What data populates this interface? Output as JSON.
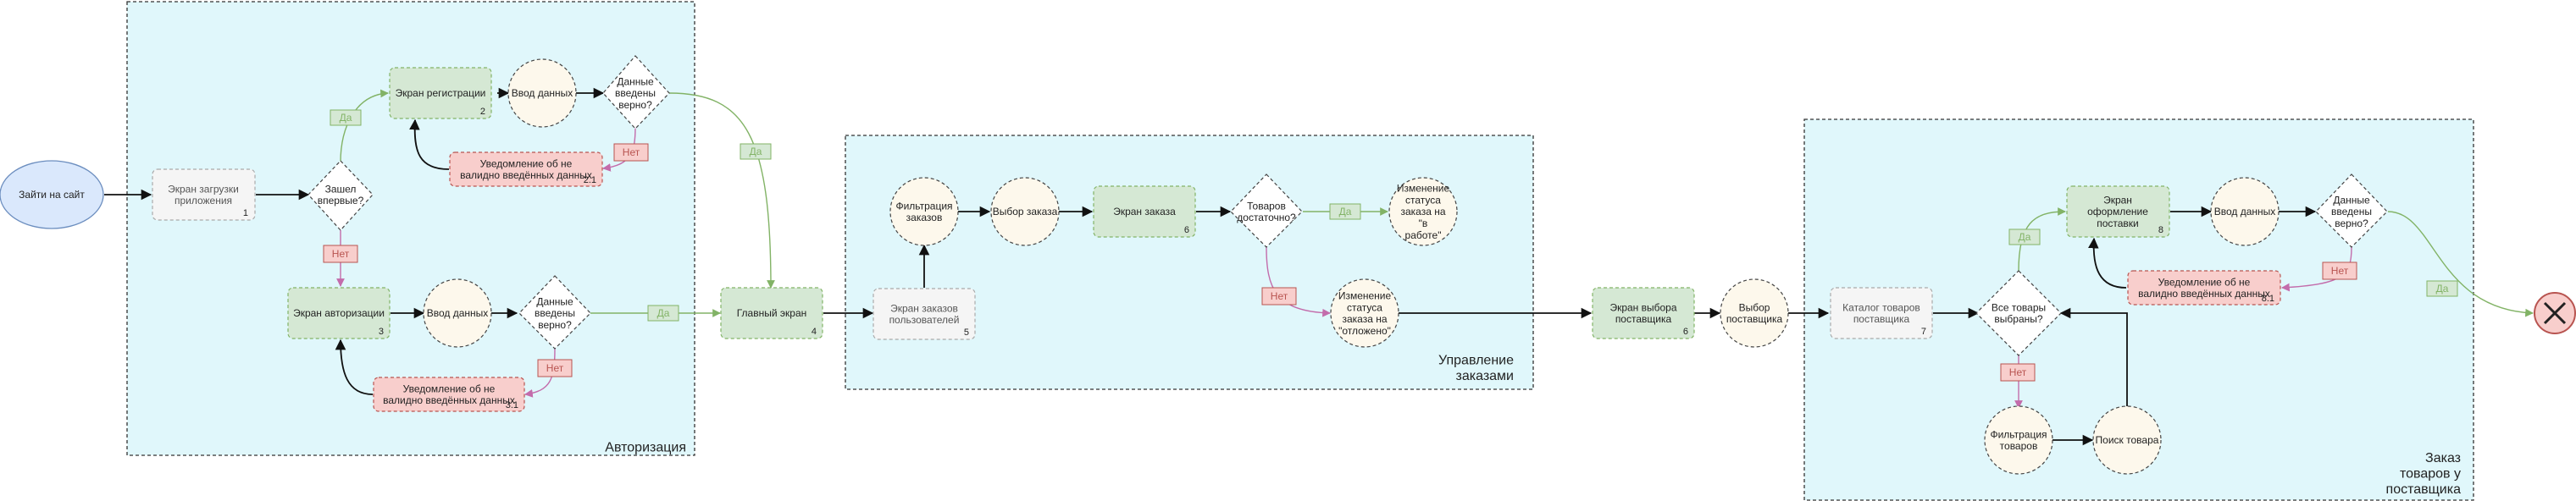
{
  "regions": {
    "auth": "Авторизация",
    "orders": "Управление заказами",
    "supplier": "Заказ товаров у поставщика"
  },
  "nodes": {
    "start": "Зайти на сайт",
    "loading": "Экран загрузки приложения",
    "loading_num": "1",
    "first_time": "Зашел впервые?",
    "registration": "Экран регистрации",
    "registration_num": "2",
    "reg_input": "Ввод данных",
    "reg_check": "Данные введены верно?",
    "reg_error": "Уведомление об не валидно введённых данных",
    "reg_error_num": "2.1",
    "auth_screen": "Экран авторизации",
    "auth_screen_num": "3",
    "auth_input": "Ввод данных",
    "auth_check": "Данные введены верно?",
    "auth_error": "Уведомление об не валидно введённых данных",
    "auth_error_num": "3.1",
    "main_screen": "Главный экран",
    "main_screen_num": "4",
    "user_orders": "Экран заказов пользователей",
    "user_orders_num": "5",
    "filter_orders": "Фильтрация заказов",
    "choose_order": "Выбор заказа",
    "order_screen": "Экран заказа",
    "order_screen_num": "6",
    "enough_goods": "Товаров достаточно?",
    "status_in_work": "Изменение статуса заказа на \"в работе\"",
    "status_postponed": "Изменение статуса заказа на \"отложено\"",
    "supplier_choice": "Экран выбора поставщика",
    "supplier_choice_num": "6",
    "choose_supplier": "Выбор поставщика",
    "catalog": "Каталог товаров поставщика",
    "catalog_num": "7",
    "all_selected": "Все товары выбраны?",
    "filter_goods": "Фильтрация товаров",
    "search_goods": "Поиск товара",
    "checkout": "Экран оформление поставки",
    "checkout_num": "8",
    "checkout_input": "Ввод данных",
    "checkout_check": "Данные введены верно?",
    "checkout_error": "Уведомление об не валидно введённых данных",
    "checkout_error_num": "8.1"
  },
  "labels": {
    "yes": "Да",
    "no": "Нет"
  },
  "colors": {
    "region_fill": "#e0f7fb",
    "green_fill": "#d5e8d4",
    "green_stroke": "#82b366",
    "red_fill": "#f8cecc",
    "red_stroke": "#b85450",
    "start_fill": "#dae8fc",
    "start_stroke": "#6c8ebf",
    "ellipse_fill": "#fdf8ec",
    "pink_edge": "#c36cab"
  }
}
